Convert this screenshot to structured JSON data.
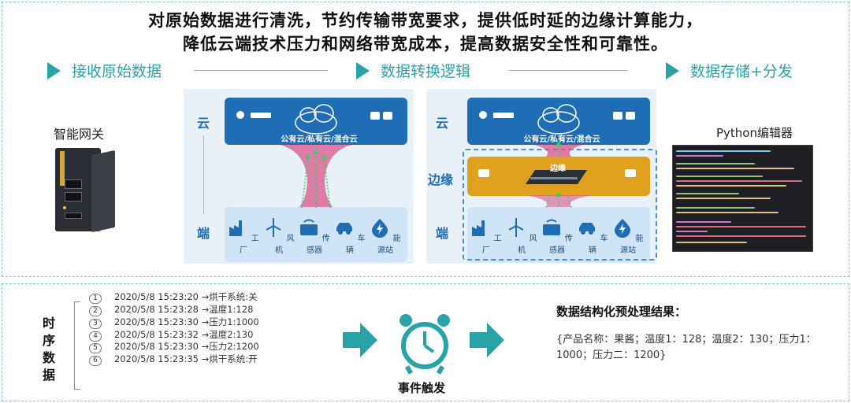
{
  "headline": {
    "line1": "对原始数据进行清洗，节约传输带宽要求，提供低时延的边缘计算能力，",
    "line2": "降低云端技术压力和网络带宽成本，提高数据安全性和可靠性。"
  },
  "stages": [
    {
      "label": "接收原始数据"
    },
    {
      "label": "数据转换逻辑"
    },
    {
      "label": "数据存储+分发"
    }
  ],
  "gateway": {
    "label": "智能网关"
  },
  "diagram_left": {
    "cloud_side": "云",
    "end_side": "端",
    "cloud_caption": "公有云/私有云/混合云"
  },
  "diagram_right": {
    "cloud_side": "云",
    "edge_side": "边缘",
    "end_side": "端",
    "cloud_caption": "公有云/私有云/混合云",
    "edge_caption": "边缘"
  },
  "devices": [
    {
      "label": "工厂",
      "icon": "factory-icon"
    },
    {
      "label": "风机",
      "icon": "wind-turbine-icon"
    },
    {
      "label": "传感器",
      "icon": "sensor-icon"
    },
    {
      "label": "车辆",
      "icon": "car-icon"
    },
    {
      "label": "能源站",
      "icon": "energy-station-icon"
    }
  ],
  "editor": {
    "label": "Python编辑器"
  },
  "timeseries": {
    "title_chars": [
      "时",
      "序",
      "数",
      "据"
    ],
    "rows": [
      {
        "num": "1",
        "text": "2020/5/8 15:23:20 →烘干系统:关"
      },
      {
        "num": "2",
        "text": "2020/5/8 15:23:28 →温度1:128"
      },
      {
        "num": "3",
        "text": "2020/5/8 15:23:30 →压力1:1000"
      },
      {
        "num": "4",
        "text": "2020/5/8 15:23:32 →温度2:130"
      },
      {
        "num": "5",
        "text": "2020/5/8 15:23:30 →压力2:1200"
      },
      {
        "num": "6",
        "text": "2020/5/8 15:23:35 →烘干系统:开"
      }
    ]
  },
  "trigger": {
    "label": "事件触发"
  },
  "result": {
    "title": "数据结构化预处理结果：",
    "text": "{产品名称：果酱；温度1：128；温度2：130；压力1：1000；压力二：1200}"
  },
  "colors": {
    "accent": "#2aa3a8",
    "cloud_blue": "#1e6db5",
    "edge_gold": "#e0a21e",
    "end_light": "#cfe4f6"
  }
}
